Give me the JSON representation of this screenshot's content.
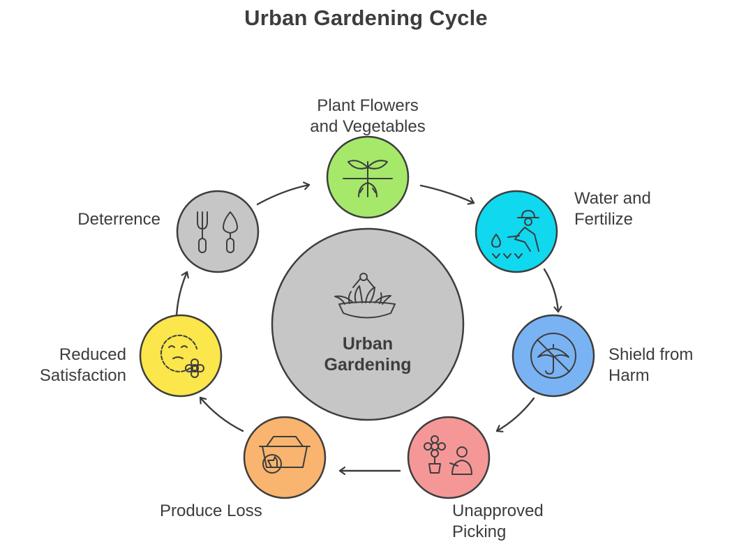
{
  "title": "Urban Gardening Cycle",
  "center": {
    "line1": "Urban",
    "line2": "Gardening",
    "color": "#c6c6c6",
    "icon": "plant-basket-icon"
  },
  "steps": [
    {
      "id": "plant",
      "line1": "Plant Flowers",
      "line2": "and Vegetables",
      "color": "#a6e86a",
      "icon": "sprout-icon"
    },
    {
      "id": "water",
      "line1": "Water and",
      "line2": "Fertilize",
      "color": "#0fd8ef",
      "icon": "gardener-watering-icon"
    },
    {
      "id": "shield",
      "line1": "Shield from",
      "line2": "Harm",
      "color": "#7ab3f3",
      "icon": "no-umbrella-icon"
    },
    {
      "id": "picking",
      "line1": "Unapproved",
      "line2": "Picking",
      "color": "#f59797",
      "icon": "flower-picker-icon"
    },
    {
      "id": "loss",
      "line1": "Produce Loss",
      "line2": "",
      "color": "#f9b46f",
      "icon": "basket-dislike-icon"
    },
    {
      "id": "satisfaction",
      "line1": "Reduced",
      "line2": "Satisfaction",
      "color": "#fbe64b",
      "icon": "sad-face-flower-icon"
    },
    {
      "id": "deterrence",
      "line1": "Deterrence",
      "line2": "",
      "color": "#c6c6c6",
      "icon": "garden-tools-icon"
    }
  ]
}
